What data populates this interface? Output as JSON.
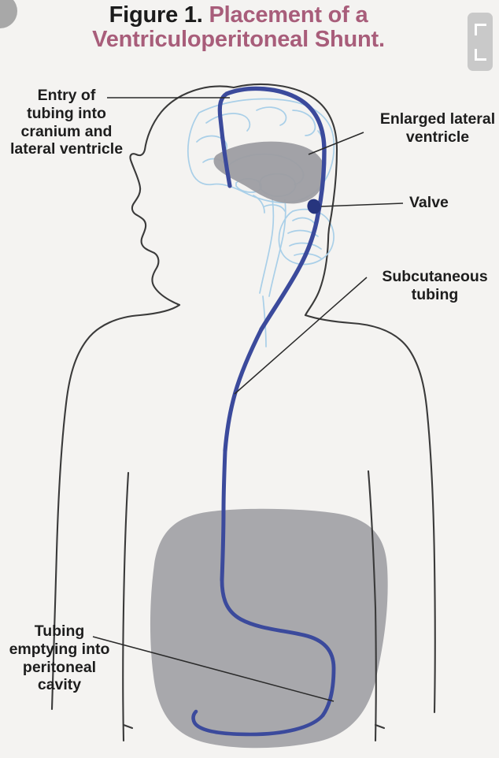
{
  "figure": {
    "title_prefix": "Figure 1.",
    "title_main_line1": " Placement of a",
    "title_main_line2": "Ventriculoperitoneal Shunt.",
    "accent_color": "#a85d7a",
    "tubing_color": "#3b4a9c",
    "cavity_color": "#a8a8ac",
    "brain_color": "#a9cfe8",
    "outline_color": "#3a3a3a"
  },
  "annotations": {
    "entry": "Entry of\ntubing into\ncranium and\nlateral ventricle",
    "ventricle": "Enlarged lateral\nventricle",
    "valve": "Valve",
    "subcutaneous": "Subcutaneous\ntubing",
    "peritoneal": "Tubing\nemptying into\nperitoneal\ncavity"
  },
  "overlay": {
    "scan_badge_icon": "crop-brackets-icon",
    "orb_icon": "circle-handle-icon"
  }
}
